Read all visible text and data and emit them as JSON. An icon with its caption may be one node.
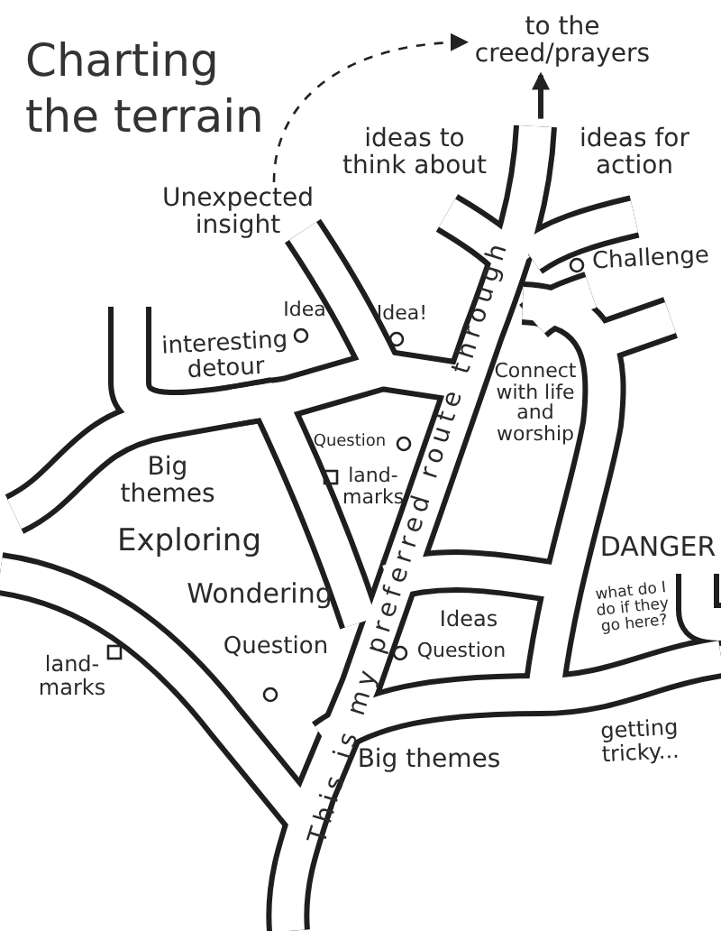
{
  "diagram": {
    "title": "Charting the terrain",
    "nodes": [
      {
        "text": [
          "Unexpected insight"
        ]
      },
      {
        "text": [
          "to the creed/prayers"
        ]
      }
    ],
    "edges": [
      {
        "from": 0,
        "to": 1,
        "arrow": "to",
        "style": "dashed"
      },
      {
        "from": null,
        "to": 1,
        "arrow": "to",
        "style": "thick"
      }
    ],
    "labels": [
      "ideas to think about",
      "ideas for action",
      "Challenge",
      "Idea",
      "Idea!",
      "interesting detour",
      "Connect with life and worship",
      "Question",
      "Big themes",
      "land-marks",
      "Exploring",
      "DANGER",
      "Wondering",
      "what do I do if they go here?",
      "Ideas",
      "Question",
      "Question",
      "land-marks",
      "getting tricky...",
      "Big themes",
      "This is my preferred route through"
    ]
  }
}
